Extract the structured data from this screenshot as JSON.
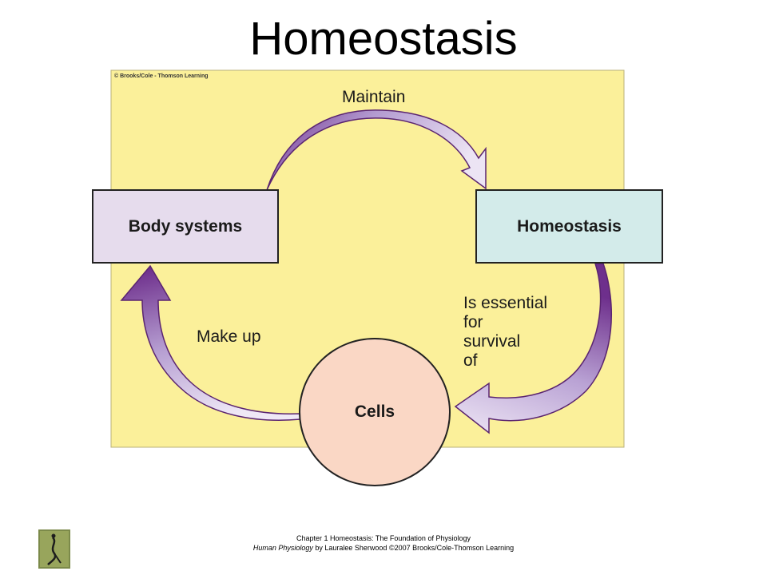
{
  "slide": {
    "title": "Homeostasis"
  },
  "figure": {
    "copyright": "© Brooks/Cole - Thomson Learning",
    "panel_color": "#fbf09a",
    "nodes": {
      "body_systems": "Body systems",
      "homeostasis": "Homeostasis",
      "cells": "Cells"
    },
    "arrows": {
      "maintain": "Maintain",
      "make_up": "Make up",
      "essential": [
        "Is essential",
        "for",
        "survival",
        "of"
      ]
    },
    "arrow_colors": {
      "dark": "#6a2c86",
      "light": "#e8e0f2"
    }
  },
  "footer": {
    "line1": "Chapter 1 Homeostasis: The Foundation of Physiology",
    "book": "Human Physiology",
    "line2_rest": " by Lauralee Sherwood ©2007 Brooks/Cole-Thomson Learning"
  }
}
